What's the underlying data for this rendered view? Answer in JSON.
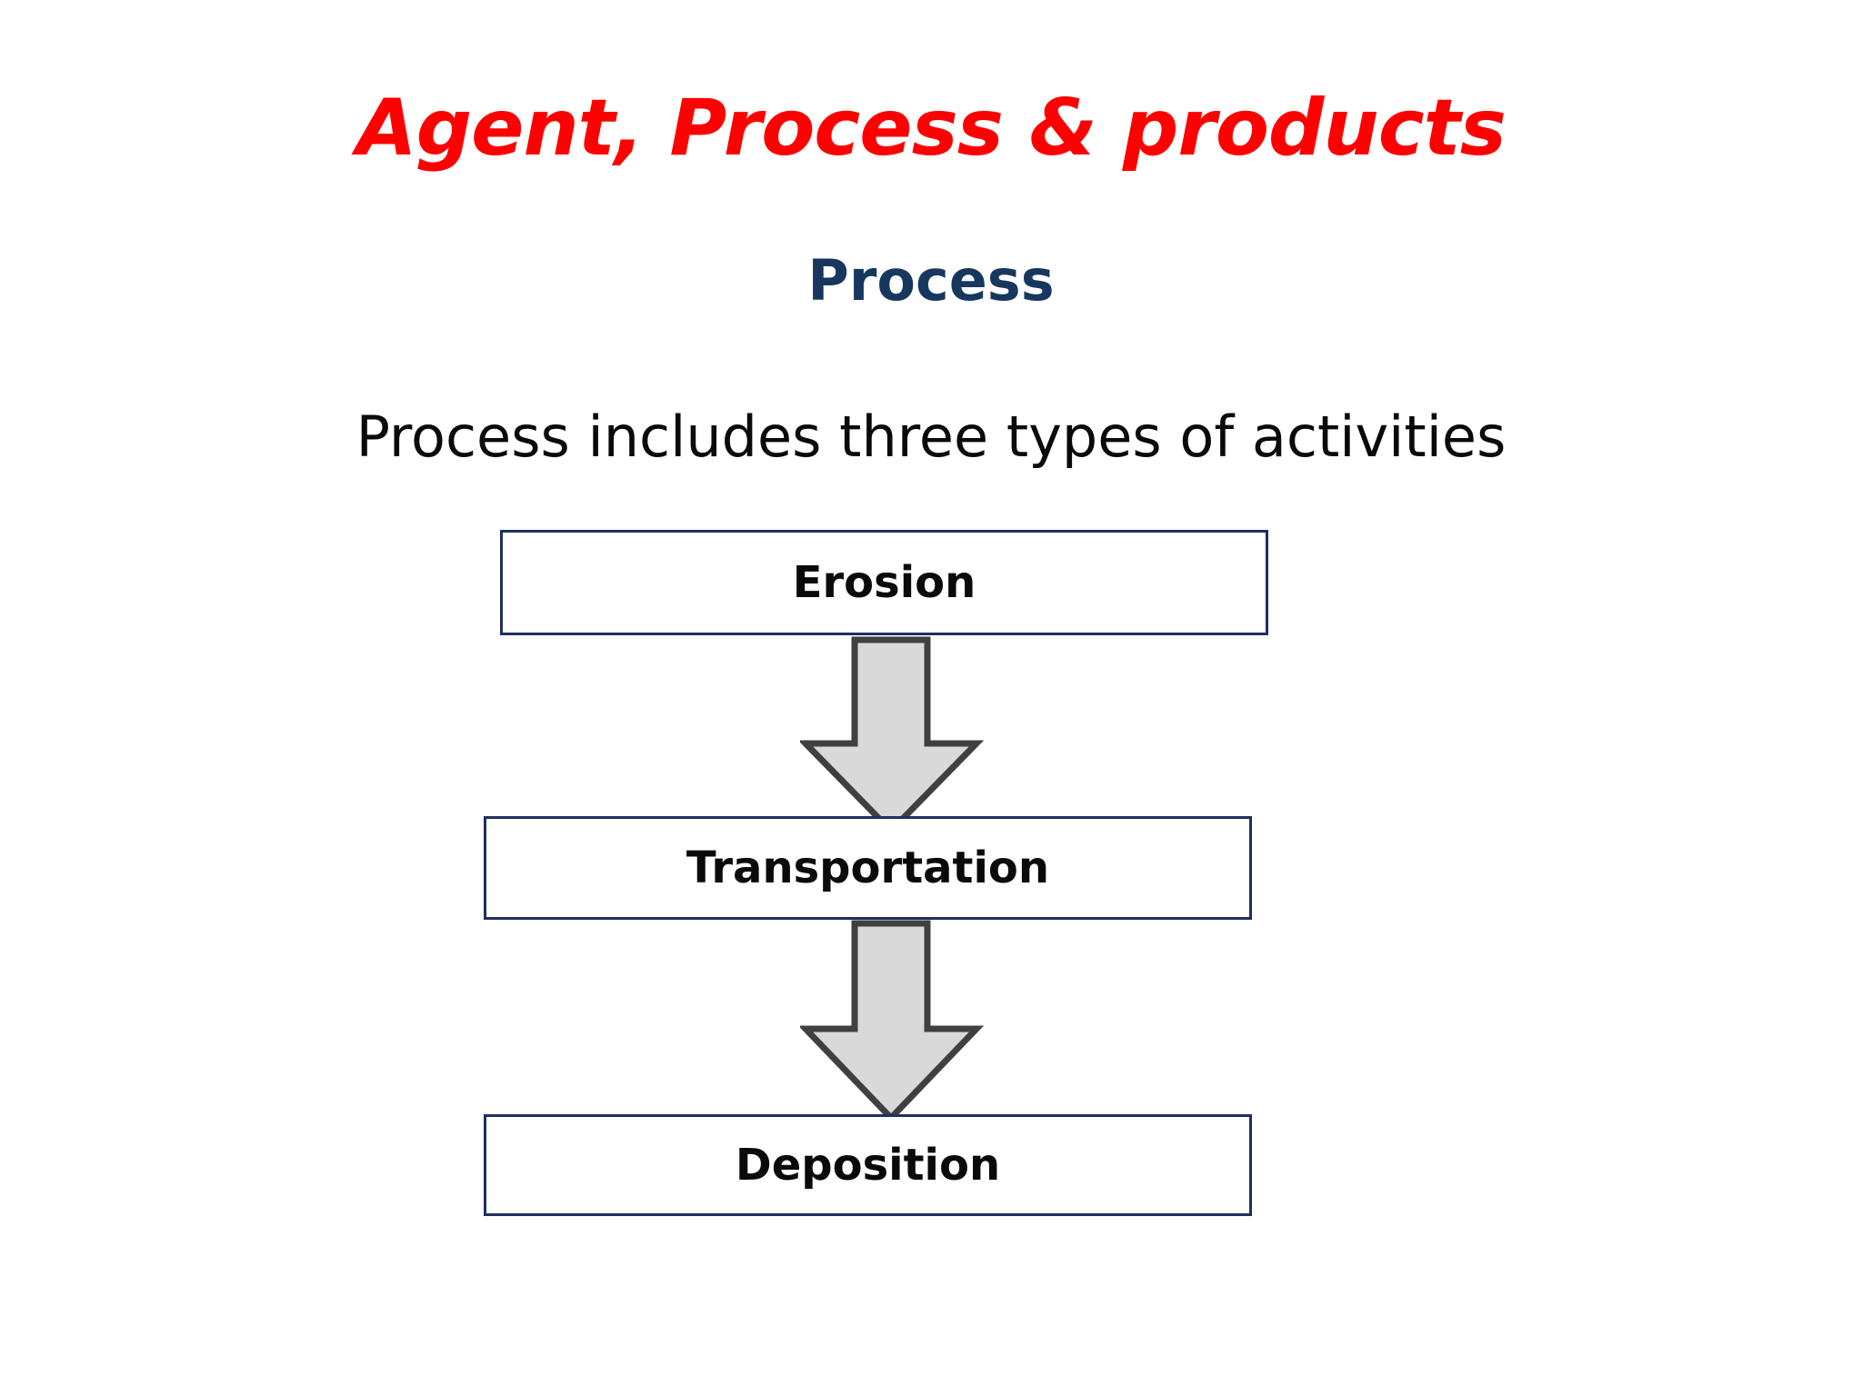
{
  "slide": {
    "title": "Agent, Process & products",
    "subtitle": "Process",
    "body_line": "Process includes three types of activities",
    "colors": {
      "title": "#FF0000",
      "subtitle": "#17375E",
      "body": "#0A0A0A",
      "box_border": "#1F2F63",
      "box_fill": "#FFFFFF",
      "arrow_fill": "#D9D9D9",
      "arrow_stroke": "#404040",
      "background": "#FFFFFF"
    }
  },
  "flow": {
    "steps": [
      {
        "label": "Erosion"
      },
      {
        "label": "Transportation"
      },
      {
        "label": "Deposition"
      }
    ],
    "connectors": [
      {
        "direction": "down"
      },
      {
        "direction": "down"
      }
    ]
  }
}
